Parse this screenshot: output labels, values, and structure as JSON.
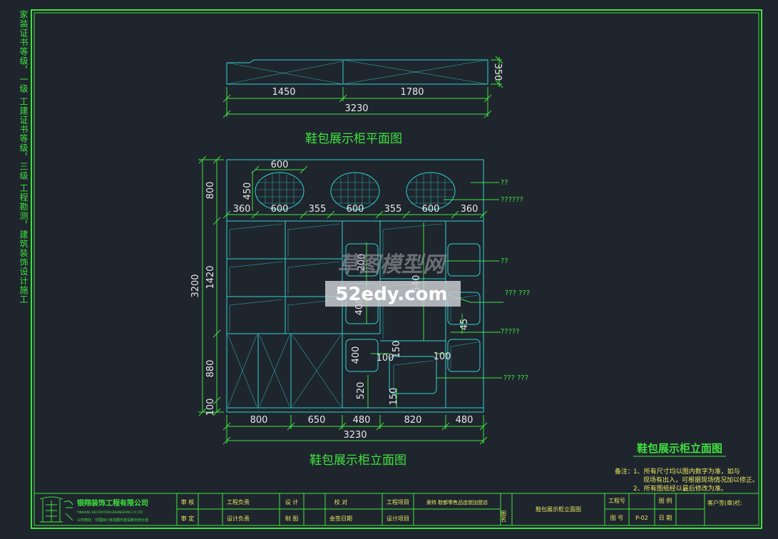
{
  "side_note": "家装证书等级，一级  工建证书等级，三级  工程勘测，建筑装饰设计施工",
  "plan": {
    "title": "鞋包展示柜平面图",
    "dims": [
      "1450",
      "1780",
      "3230",
      "350"
    ]
  },
  "elevation": {
    "title": "鞋包展示柜立面图",
    "circle_width": "600",
    "circle_height": "450",
    "top_row": [
      "360",
      "600",
      "355",
      "600",
      "355",
      "600",
      "360"
    ],
    "left_dims": [
      "3200",
      "800",
      "1420",
      "880",
      "100"
    ],
    "inner_dims": [
      "200",
      "400",
      "400",
      "540",
      "100",
      "150",
      "100",
      "520",
      "150",
      "45"
    ],
    "bottom_dims": [
      "800",
      "650",
      "480",
      "820",
      "480",
      "3230"
    ],
    "leaders": [
      "??",
      "??????",
      "??",
      "???  ???",
      "?????",
      "???  ???"
    ]
  },
  "watermark": {
    "line1": "草图模型网",
    "line2": "52edy.com"
  },
  "drawing_name": "鞋包展示柜立面图",
  "notes": {
    "label": "备注：",
    "lines": [
      "1、所有尺寸均以图内数字为准，如与",
      "现场有出入，可根据现场情况加以修正。",
      "2、所有图纸经以最后修改为准。"
    ]
  },
  "title_block": {
    "company": "银翔装饰工程有限公司",
    "company_en": "YINXIANG DECORATION ENGINEERING CO LTD",
    "company_small": "公司地址：中国四川省成都市建设路天府大道",
    "review": "审 核",
    "check": "审 定",
    "eng_lead": "工程负责",
    "design_lead": "设计负责",
    "designer": "设 计",
    "drafter": "制 图",
    "proofread": "校    对",
    "sign_date": "会签日期",
    "project": "工程项目",
    "design_item": "设计项目",
    "project_name": "奥特 鞋都零售品连锁加盟店",
    "drawing_label": "图名",
    "drawing_title": "鞋包展示柜立面图",
    "job_no": "工程号",
    "scale": "图 例",
    "sheet_no": "图 号",
    "sheet_value": "P-02",
    "date": "日 期",
    "client_sign": "客户签(章)栏:"
  }
}
